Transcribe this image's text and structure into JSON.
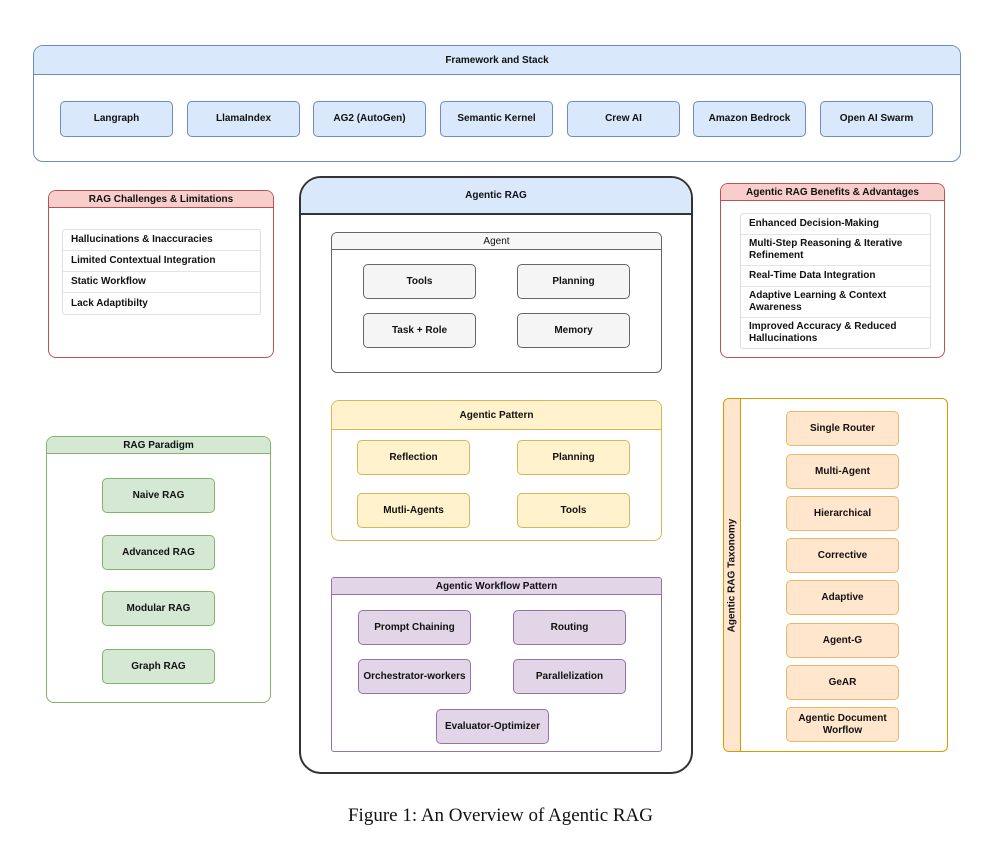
{
  "colors": {
    "blue_fill": "#dae8fc",
    "blue_border": "#6c8ebf",
    "red_fill": "#f8cecc",
    "red_border": "#b85450",
    "green_fill": "#d5e8d4",
    "green_border": "#82b366",
    "yellow_fill": "#fff2cc",
    "yellow_border": "#d6b656",
    "purple_fill": "#e1d5e7",
    "purple_border": "#9673a6",
    "orange_fill": "#ffe6cc",
    "orange_border": "#d79b00",
    "gray_fill": "#f5f5f5",
    "gray_border": "#666666",
    "dark_border": "#333333"
  },
  "framework": {
    "title": "Framework and Stack",
    "items": [
      "Langraph",
      "LlamaIndex",
      "AG2 (AutoGen)",
      "Semantic Kernel",
      "Crew AI",
      "Amazon Bedrock",
      "Open AI Swarm"
    ]
  },
  "challenges": {
    "title": "RAG Challenges & Limitations",
    "items": [
      "Hallucinations & Inaccuracies",
      "Limited Contextual Integration",
      "Static Workflow",
      "Lack Adaptibilty"
    ]
  },
  "benefits": {
    "title": "Agentic RAG Benefits & Advantages",
    "items": [
      "Enhanced Decision-Making",
      "Multi-Step Reasoning & Iterative Refinement",
      "Real-Time Data Integration",
      "Adaptive Learning & Context Awareness",
      "Improved Accuracy & Reduced Hallucinations"
    ]
  },
  "paradigm": {
    "title": "RAG Paradigm",
    "items": [
      "Naive RAG",
      "Advanced RAG",
      "Modular RAG",
      "Graph RAG"
    ]
  },
  "agentic_rag": {
    "title": "Agentic RAG",
    "agent": {
      "title": "Agent",
      "items": [
        "Tools",
        "Planning",
        "Task + Role",
        "Memory"
      ]
    },
    "pattern": {
      "title": "Agentic Pattern",
      "items": [
        "Reflection",
        "Planning",
        "Mutli-Agents",
        "Tools"
      ]
    },
    "workflow": {
      "title": "Agentic Workflow Pattern",
      "items": [
        "Prompt Chaining",
        "Routing",
        "Orchestrator-workers",
        "Parallelization",
        "Evaluator-Optimizer"
      ]
    }
  },
  "taxonomy": {
    "title": "Agentic RAG Taxonomy",
    "items": [
      "Single Router",
      "Multi-Agent",
      "Hierarchical",
      "Corrective",
      "Adaptive",
      "Agent-G",
      "GeAR",
      "Agentic Document Worflow"
    ]
  },
  "caption": "Figure 1: An Overview of Agentic RAG"
}
